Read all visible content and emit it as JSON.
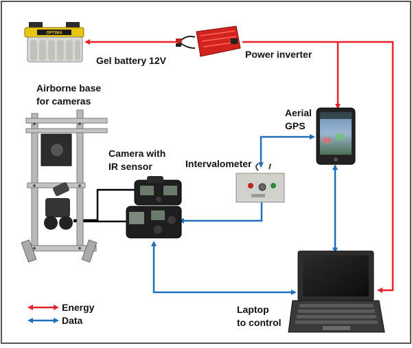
{
  "labels": {
    "battery": "Gel battery 12V",
    "inverter": "Power inverter",
    "base_line1": "Airborne base",
    "base_line2": "for cameras",
    "camera_line1": "Camera with",
    "camera_line2": "IR sensor",
    "intervalometer": "Intervalometer",
    "gps_line1": "Aerial",
    "gps_line2": "GPS",
    "laptop_line1": "Laptop",
    "laptop_line2": "to control"
  },
  "legend": [
    {
      "label": "Energy",
      "color": "#e8202a"
    },
    {
      "label": "Data",
      "color": "#1f6fbf"
    }
  ],
  "colors": {
    "energy": "#e8202a",
    "data": "#1f6fbf",
    "camera_link": "#000000",
    "border": "#555555"
  },
  "battery_brand": "OPTIMA"
}
